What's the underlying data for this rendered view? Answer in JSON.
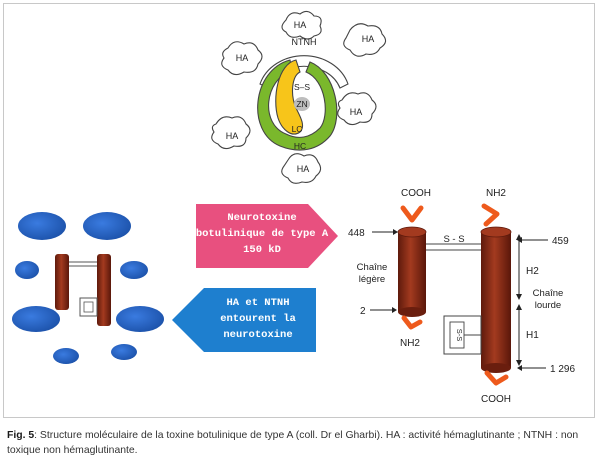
{
  "colors": {
    "pink": "#e8507f",
    "blue": "#1e7fcf",
    "ellipse_blue": "#1f5cb8",
    "cylinder": "#8a2a16",
    "orange": "#ee5a1c",
    "green": "#7ab82c",
    "yellow": "#f7c51a",
    "zn_grey": "#bdbdbd",
    "outline": "#444444"
  },
  "complex": {
    "ha_labels": [
      "HA",
      "HA",
      "HA",
      "HA",
      "HA",
      "HA"
    ],
    "ntnh_label": "NTNH",
    "disulfide_label": "S–S",
    "zn_label": "ZN",
    "lc_label": "LC",
    "hc_label": "HC"
  },
  "arrows": {
    "pink_lines": [
      "Neurotoxine",
      "botulinique de type A",
      "150 kD"
    ],
    "blue_lines": [
      "HA et NTNH",
      "entourent la",
      "neurotoxine"
    ]
  },
  "structure": {
    "cooh_top": "COOH",
    "nh2_top": "NH2",
    "residue_448": "448",
    "residue_459": "459",
    "residue_2": "2",
    "residue_1296": "1 296",
    "ss_bridge": "S - S",
    "light_chain": [
      "Chaîne",
      "légère"
    ],
    "heavy_chain": [
      "Chaîne",
      "lourde"
    ],
    "h2": "H2",
    "h1": "H1",
    "nh2_bottom": "NH2",
    "cooh_bottom": "COOH",
    "ss_vertical": "S-S"
  },
  "caption": {
    "label": "Fig. 5",
    "text": ": Structure moléculaire de la toxine botulinique de type A (coll. Dr el Gharbi). HA : activité hémaglutinante ; NTNH : non toxique non hémaglutinante."
  }
}
